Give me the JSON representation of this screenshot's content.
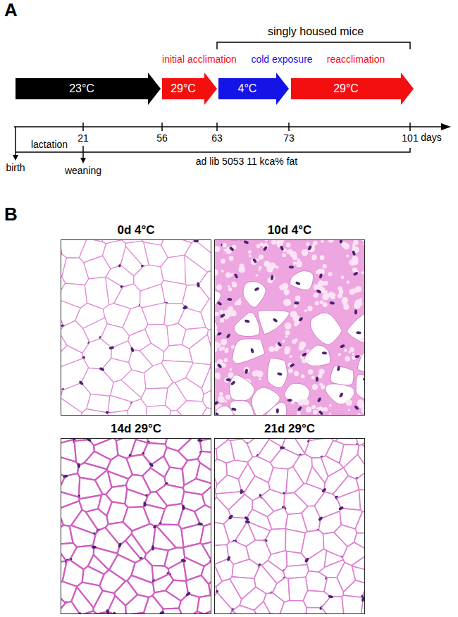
{
  "diagram": {
    "nodes": [
      {
        "text": [
          "23°C"
        ]
      },
      {
        "text": [
          "29°C"
        ]
      },
      {
        "text": [
          "4°C"
        ]
      },
      {
        "text": [
          "29°C"
        ]
      },
      {
        "text": [
          "0d 4°C"
        ]
      },
      {
        "text": [
          "10d 4°C"
        ]
      },
      {
        "text": [
          "14d 29°C"
        ]
      },
      {
        "text": [
          "21d 29°C"
        ]
      }
    ],
    "labels": [
      "A",
      "singly housed mice",
      "initial acclimation",
      "cold exposure",
      "reacclimation",
      "days",
      "21",
      "56",
      "63",
      "73",
      "101",
      "birth",
      "lactation",
      "weaning",
      "ad lib 5053 11 kca% fat",
      "B"
    ]
  }
}
